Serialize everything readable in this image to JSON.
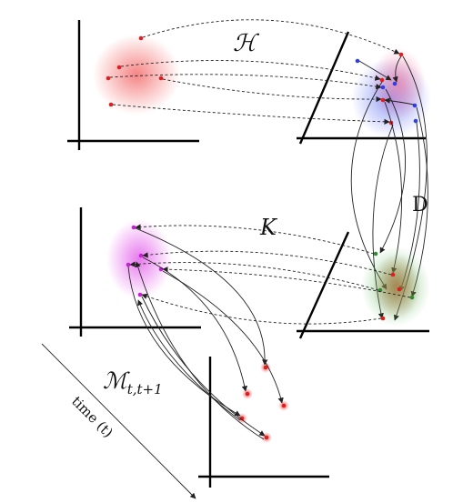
{
  "labels": {
    "h_operator": "ℋ",
    "k_operator": "K",
    "d_operator": "D",
    "m_operator_main": "ℳ",
    "m_operator_sub": "t,t+1",
    "time_axis": "time (t)"
  },
  "colors": {
    "axis": "#000000",
    "arrow": "#222222",
    "red_cloud": "#f25c5c",
    "blue_cloud": "#4a5cf0",
    "purple_cloud": "#c48bd6",
    "green_cloud": "#44aa44",
    "brown_cloud": "#b7774e",
    "magenta_cloud": "#e04ce8",
    "point_red": "#e01e1e",
    "point_blue": "#2f3fe8",
    "point_green": "#2e8b2e",
    "point_magenta": "#c81ed6"
  }
}
